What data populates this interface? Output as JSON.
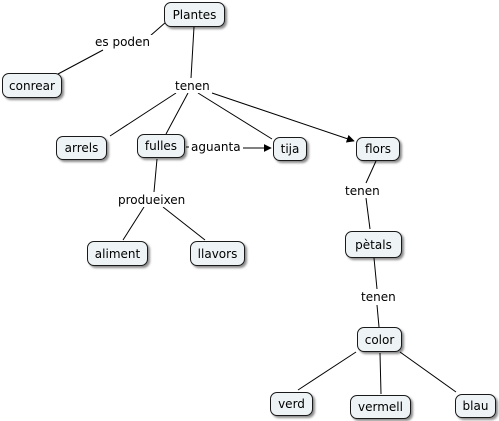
{
  "concepts": {
    "plantes": "Plantes",
    "conrear": "conrear",
    "arrels": "arrels",
    "fulles": "fulles",
    "tija": "tija",
    "flors": "flors",
    "aliment": "aliment",
    "llavors": "llavors",
    "petals": "pètals",
    "color": "color",
    "verd": "verd",
    "vermell": "vermell",
    "blau": "blau"
  },
  "links": {
    "es_poden": "es poden",
    "tenen_1": "tenen",
    "aguanta": "aguanta",
    "produeixen": "produeixen",
    "tenen_2": "tenen",
    "tenen_3": "tenen"
  },
  "colors": {
    "node_fill": "#eef4f6",
    "node_border": "#1a1a1a",
    "line": "#000000"
  }
}
